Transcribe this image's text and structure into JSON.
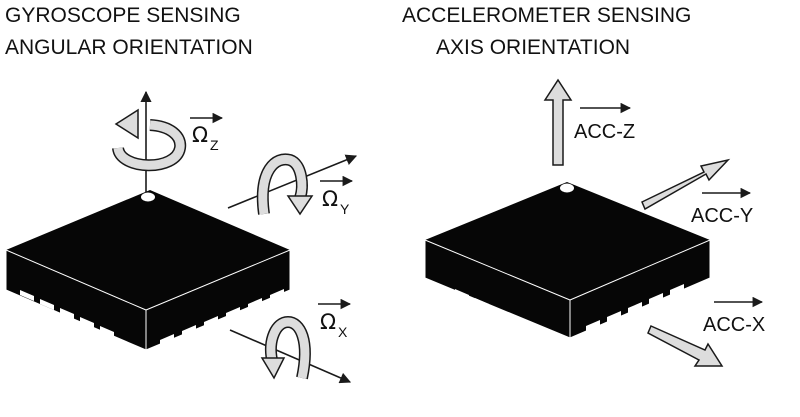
{
  "gyro": {
    "title_line1": "GYROSCOPE SENSING",
    "title_line2": "ANGULAR ORIENTATION",
    "omega_z": {
      "symbol": "Ω",
      "sub": "Z"
    },
    "omega_y": {
      "symbol": "Ω",
      "sub": "Y"
    },
    "omega_x": {
      "symbol": "Ω",
      "sub": "X"
    }
  },
  "accel": {
    "title_line1": "ACCELEROMETER SENSING",
    "title_line2": "AXIS ORIENTATION",
    "acc_z": "ACC-Z",
    "acc_y": "ACC-Y",
    "acc_x": "ACC-X"
  },
  "colors": {
    "chip_body": "#060606",
    "arrow_fill": "#dddddd",
    "stroke": "#1a1a1a",
    "pad": "#ffffff"
  }
}
